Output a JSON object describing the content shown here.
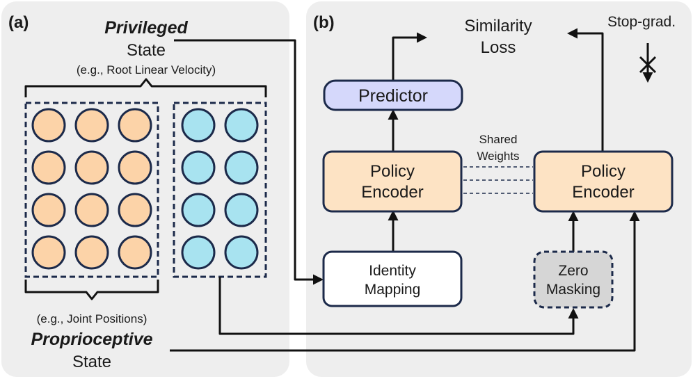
{
  "panel_a": {
    "label": "(a)",
    "privileged_title": "Privileged",
    "privileged_subtitle": "State",
    "privileged_example": "(e.g., Root Linear Velocity)",
    "proprio_example": "(e.g., Joint Positions)",
    "proprio_title": "Proprioceptive",
    "proprio_subtitle": "State",
    "proprio_grid": {
      "rows": 4,
      "cols": 3,
      "color": "#fcd3a8"
    },
    "privileged_grid": {
      "rows": 4,
      "cols": 2,
      "color": "#a8e3f0"
    }
  },
  "panel_b": {
    "label": "(b)",
    "loss_line1": "Similarity",
    "loss_line2": "Loss",
    "stop_grad": "Stop-grad.",
    "predictor": "Predictor",
    "encoder_left_line1": "Policy",
    "encoder_left_line2": "Encoder",
    "encoder_right_line1": "Policy",
    "encoder_right_line2": "Encoder",
    "shared_line1": "Shared",
    "shared_line2": "Weights",
    "identity_line1": "Identity",
    "identity_line2": "Mapping",
    "zero_line1": "Zero",
    "zero_line2": "Masking"
  },
  "colors": {
    "panel_bg": "#eeeeee",
    "border": "#1c2a4a",
    "encoder_fill": "#fde3c4",
    "predictor_fill": "#d5d8fb",
    "masking_fill": "#d6d6d6"
  }
}
